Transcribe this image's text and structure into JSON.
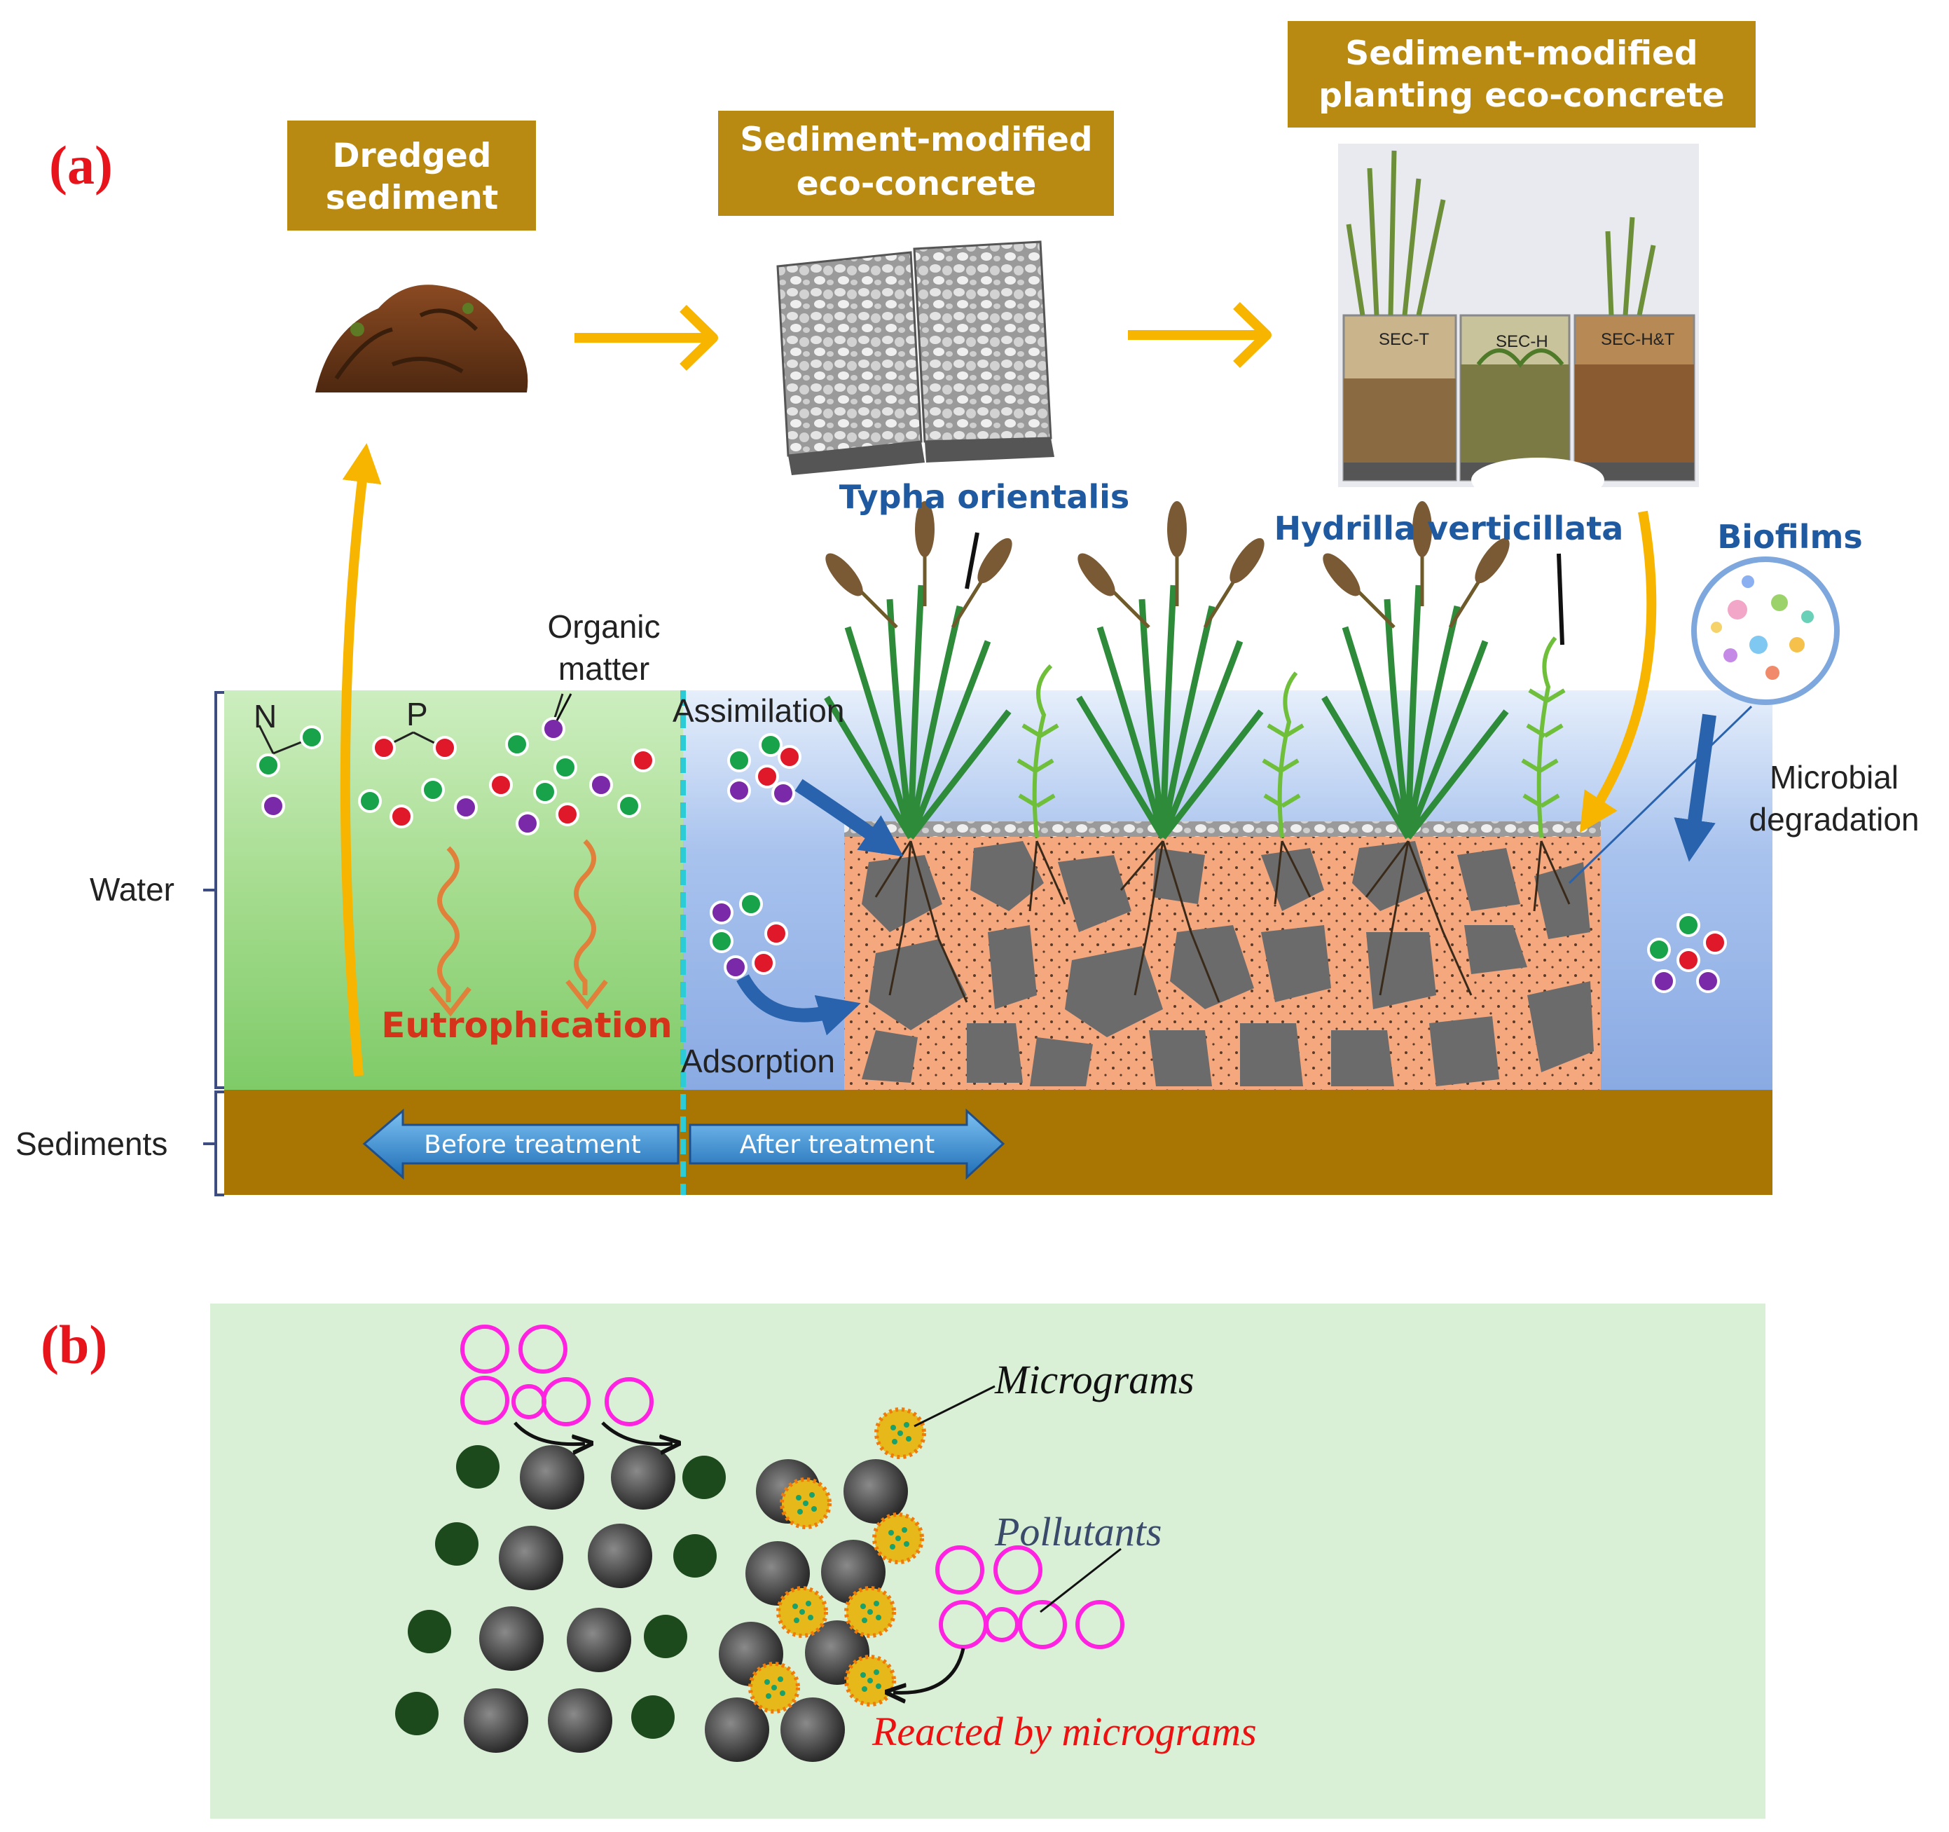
{
  "panel_a": {
    "label": "(a)",
    "boxes": [
      {
        "line1": "Dredged",
        "line2": "sediment"
      },
      {
        "line1": "Sediment-modified",
        "line2": "eco-concrete"
      },
      {
        "line1": "Sediment-modified",
        "line2": "planting eco-concrete"
      }
    ],
    "jars": [
      "SEC-T",
      "SEC-H",
      "SEC-H&T"
    ],
    "species": {
      "typha": "Typha orientalis",
      "hydrilla": "Hydrilla verticillata",
      "biofilms": "Biofilms"
    },
    "labels": {
      "organic_line1": "Organic",
      "organic_line2": "matter",
      "n": "N",
      "p": "P",
      "assimilation": "Assimilation",
      "adsorption": "Adsorption",
      "microbial_line1": "Microbial",
      "microbial_line2": "degradation",
      "eutrophication": "Eutrophication",
      "water": "Water",
      "sediments": "Sediments",
      "before": "Before treatment",
      "after": "After treatment"
    }
  },
  "panel_b": {
    "label": "(b)",
    "micrograms": "Micrograms",
    "pollutants": "Pollutants",
    "reacted": "Reacted by micrograms"
  },
  "colors": {
    "box": "#b88a12",
    "red_label": "#e8141c",
    "species": "#1f5aa0",
    "sediment": "#a97604",
    "concrete": "#f5a77e",
    "water_blue": "#8fb0e6",
    "water_green": "#9ed68a",
    "yellow_arrow": "#f7b500",
    "panel_b_bg": "#d9efd6",
    "pollutant_ring": "#ff22e0"
  }
}
